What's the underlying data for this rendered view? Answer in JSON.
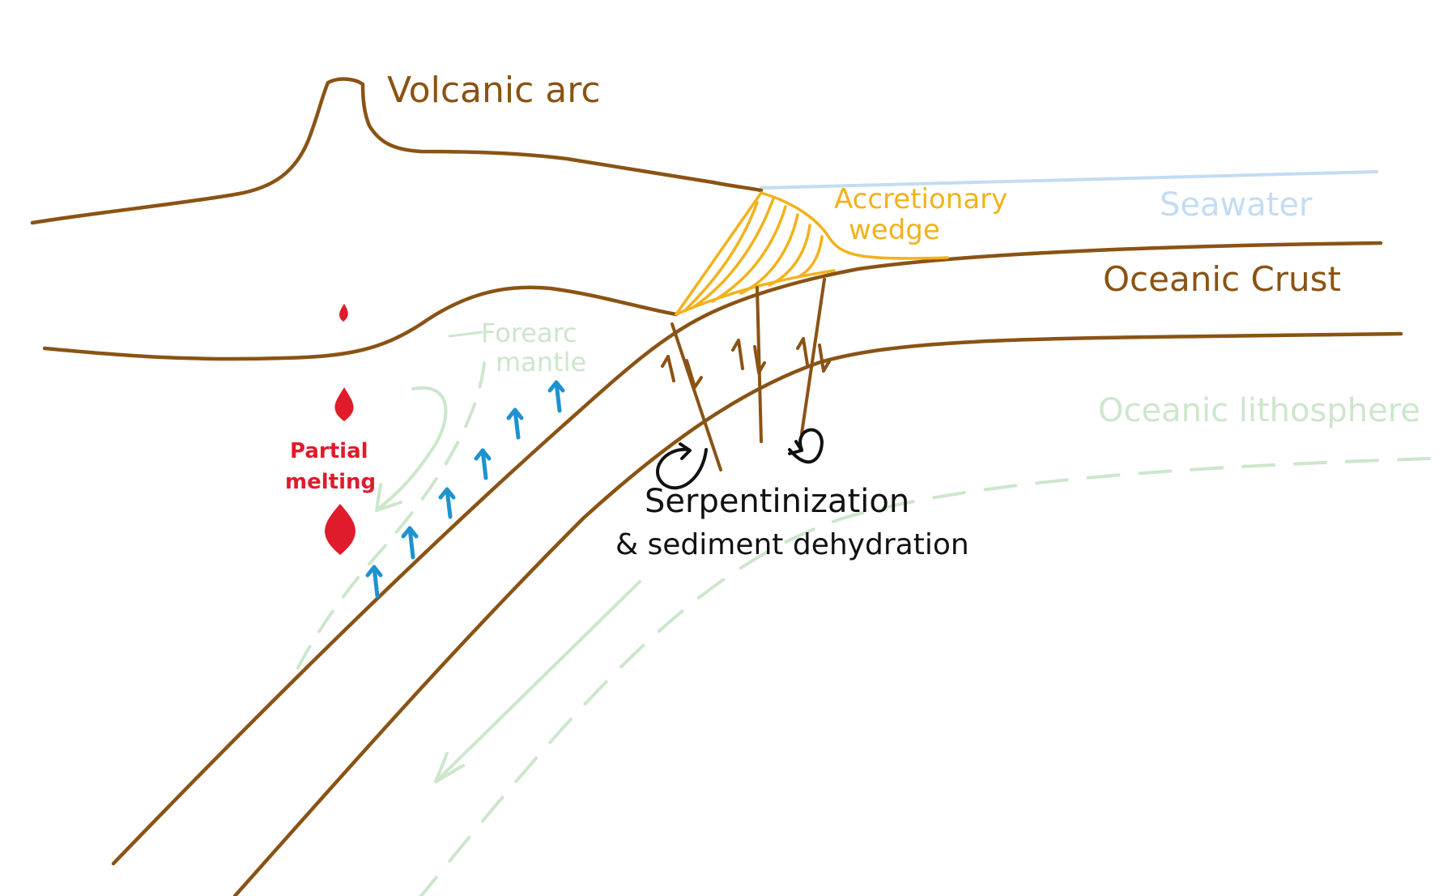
{
  "labels": {
    "volcanic_arc": "Volcanic arc",
    "accretionary_wedge_line1": "Accretionary",
    "accretionary_wedge_line2": "wedge",
    "seawater": "Seawater",
    "oceanic_crust": "Oceanic Crust",
    "forearc_line1": "Forearc",
    "forearc_line2": "mantle",
    "oceanic_lithosphere": "Oceanic lithosphere",
    "partial_melting_line1": "Partial",
    "partial_melting_line2": "melting",
    "serpentinization_line1": "Serpentinization",
    "serpentinization_line2": "& sediment dehydration"
  },
  "colors": {
    "crust_brown": "#8a5314",
    "wedge_yellow": "#f2b21b",
    "seawater_blue": "#c3dcf2",
    "lithosphere_green": "#cde6cc",
    "melt_red": "#e01b2b",
    "arrow_blue": "#1c93cf",
    "ink_black": "#111111"
  }
}
